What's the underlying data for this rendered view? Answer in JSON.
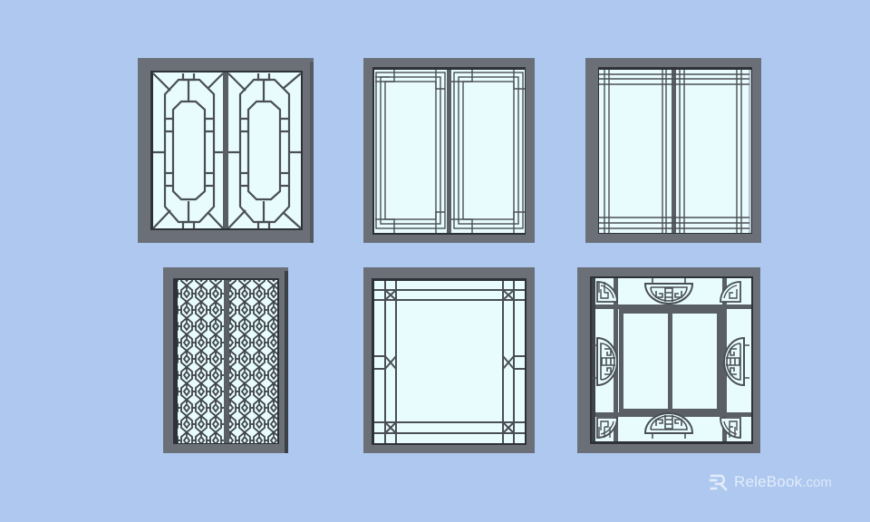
{
  "scene": {
    "description": "Six Chinese-style lattice window designs in grey frames on a light blue background",
    "background_color": "#aec8f0",
    "frame_color": "#6b7078",
    "frame_shadow_color": "#2e3238",
    "glass_color": "#e8fcfd",
    "lattice_color": "#4a4f56"
  },
  "windows": [
    {
      "id": 1,
      "style": "double-sash elongated octagon lattice"
    },
    {
      "id": 2,
      "style": "double-sash interlocking corner-key border"
    },
    {
      "id": 3,
      "style": "double-sash triple-line grid border"
    },
    {
      "id": 4,
      "style": "double-sash hexagonal cube lattice"
    },
    {
      "id": 5,
      "style": "single pane double-border with corner crosses"
    },
    {
      "id": 6,
      "style": "medallion fret lattice with central double pane"
    }
  ],
  "watermark": {
    "brand": "ReleBook",
    "tld": ".com"
  }
}
